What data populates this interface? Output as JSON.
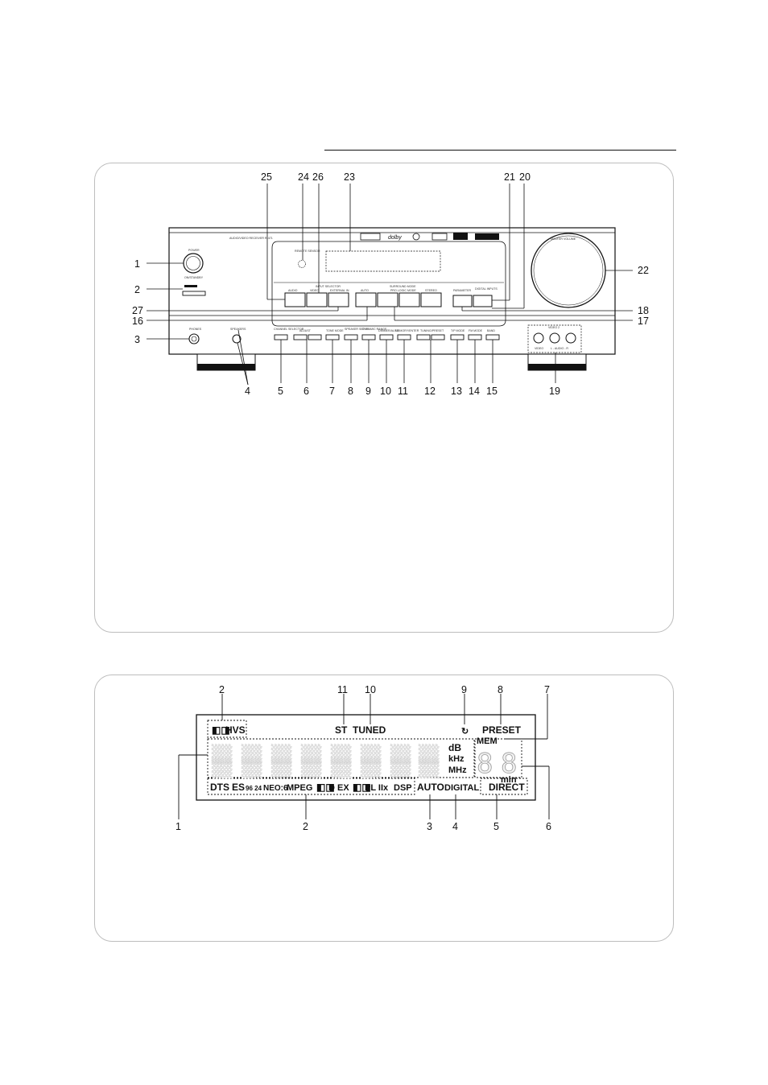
{
  "front_panel": {
    "callouts": {
      "n1": "1",
      "n2": "2",
      "n3": "3",
      "n4": "4",
      "n5": "5",
      "n6": "6",
      "n7": "7",
      "n8": "8",
      "n9": "9",
      "n10": "10",
      "n11": "11",
      "n12": "12",
      "n13": "13",
      "n14": "14",
      "n15": "15",
      "n16": "16",
      "n17": "17",
      "n18": "18",
      "n19": "19",
      "n20": "20",
      "n21": "21",
      "n22": "22",
      "n23": "23",
      "n24": "24",
      "n25": "25",
      "n26": "26",
      "n27": "27"
    },
    "labels": {
      "model": "AUDIO/VIDEO RECEIVER R-471",
      "power": "POWER",
      "power_sub": "ON/STANDBY",
      "remote_sensor": "REMOTE SENSOR",
      "master_volume": "MASTER VOLUME",
      "input_selector": "INPUT SELECTOR",
      "audio": "AUDIO",
      "video": "VIDEO",
      "external_in": "EXTERNAL IN",
      "surround_mode": "SURROUND MODE",
      "auto": "AUTO",
      "pro_logic_mode": "PRO LOGIC MODE",
      "stereo": "STEREO",
      "parameter": "PARAMETER",
      "digital_input": "DIGITAL INPUTS",
      "phones": "PHONES",
      "speakers": "SPEAKERS",
      "channel_selector": "CHANNEL SELECTOR",
      "adjust": "ADJUST",
      "tone_mode": "TONE MODE",
      "speaker_setup": "SPEAKER SETUP",
      "dynamic_range": "DYNAMIC RANGE",
      "dimmer": "DIMMER/AUTO",
      "memory": "MEMORY/ENTER",
      "tuning_preset": "TUNING/PRESET",
      "t_p_mode": "T/P MODE",
      "fm_mode": "FM MODE",
      "band": "BAND",
      "video2": "VIDEO 2",
      "video_label": "VIDEO",
      "audio_lr": "L - AUDIO - R"
    }
  },
  "display_panel": {
    "callouts": {
      "t2": "2",
      "t11": "11",
      "t10": "10",
      "t9": "9",
      "t8": "8",
      "t7": "7",
      "b1": "1",
      "b2": "2",
      "b3": "3",
      "b4": "4",
      "b5": "5",
      "b6": "6"
    },
    "indicators": {
      "hvs": "HVS",
      "st": "ST",
      "tuned": "TUNED",
      "preset": "PRESET",
      "mem": "MEM",
      "db": "dB",
      "khz": "kHz",
      "mhz": "MHz",
      "min": "min",
      "dts": "DTS",
      "es": "ES",
      "n96_24": "96 24",
      "neo6": "NEO:6",
      "mpeg": "MPEG",
      "d_ex": "D EX",
      "pl_iix": "PL IIx",
      "dsp": "DSP",
      "auto": "AUTO",
      "digital": "DIGITAL",
      "direct": "DIRECT"
    }
  }
}
